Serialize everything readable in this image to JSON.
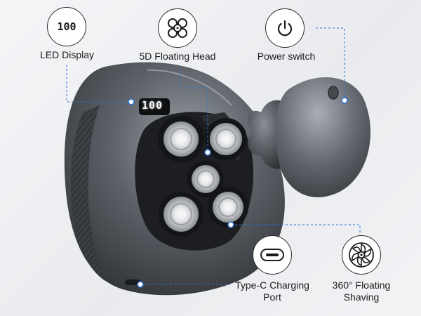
{
  "features": {
    "led_display": {
      "label": "LED Display",
      "icon": "led-display-icon",
      "readout": "100"
    },
    "floating_head": {
      "label": "5D Floating Head",
      "icon": "floating-head-icon"
    },
    "power_switch": {
      "label": "Power switch",
      "icon": "power-icon"
    },
    "type_c": {
      "label_line1": "Type-C Charging",
      "label_line2": "Port",
      "icon": "usb-c-icon"
    },
    "floating_shaving": {
      "label_line1": "360° Floating",
      "label_line2": "Shaving",
      "icon": "turbine-icon"
    }
  },
  "device": {
    "screen_readout": "100"
  },
  "colors": {
    "body_dark": "#3c3f44",
    "body_mid": "#5a5e64",
    "body_light": "#8e939a",
    "blade_silver": "#d9dadc",
    "callout_line": "#2b6fd6",
    "led_dot": "#ffffff"
  }
}
